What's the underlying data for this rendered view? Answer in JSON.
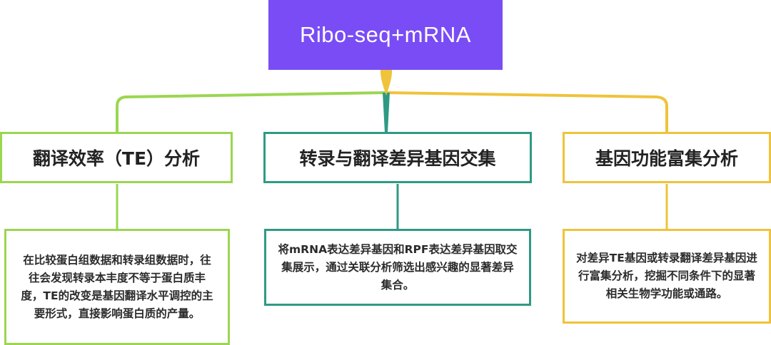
{
  "root": {
    "label": "Ribo-seq+mRNA",
    "color": "#7a4cf5"
  },
  "branches": [
    {
      "title": "翻译效率（TE）分析",
      "color": "#9bd651",
      "detail": "在比较蛋白组数据和转录组数据时，往往会发现转录本丰度不等于蛋白质丰度，TE的改变是基因翻译水平调控的主要形式，直接影响蛋白质的产量。"
    },
    {
      "title": "转录与翻译差异基因交集",
      "color": "#2f9a83",
      "detail": "将mRNA表达差异基因和RPF表达差异基因取交集展示，通过关联分析筛选出感兴趣的显著差异集合。"
    },
    {
      "title": "基因功能富集分析",
      "color": "#efc33b",
      "detail": "对差异TE基因或转录翻译差异基因进行富集分析，挖掘不同条件下的显著相关生物学功能或通路。"
    }
  ]
}
